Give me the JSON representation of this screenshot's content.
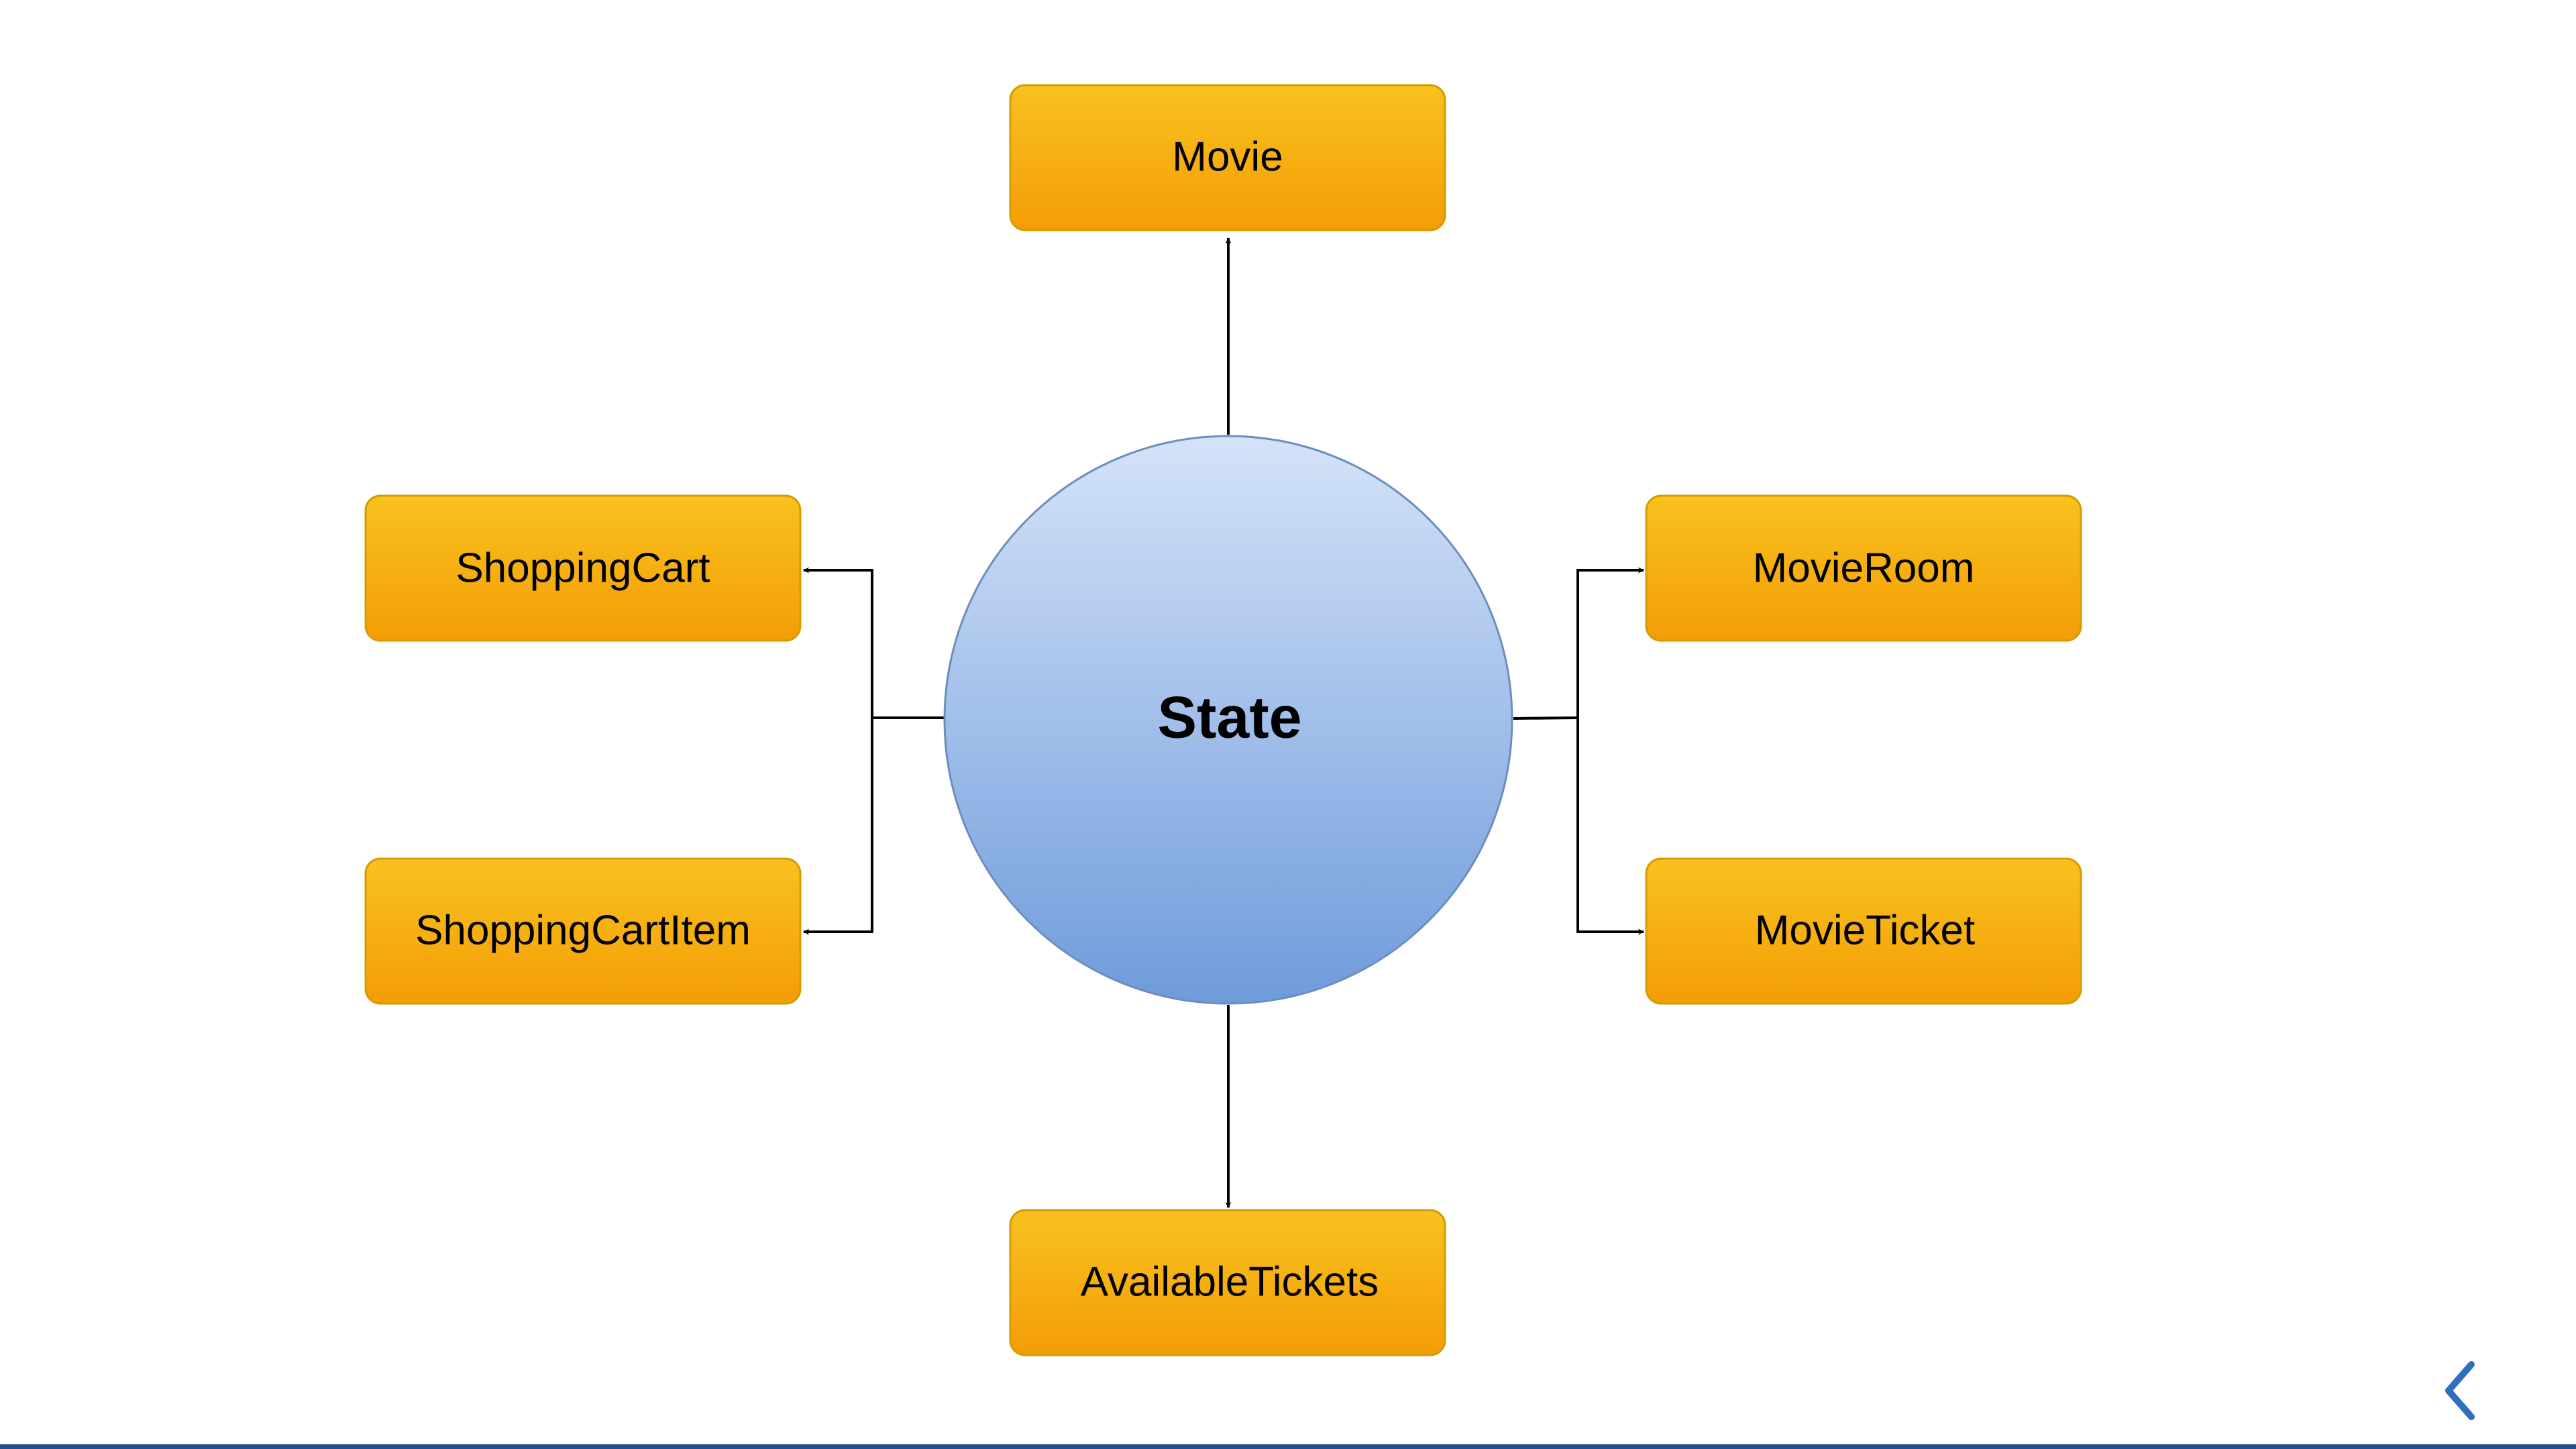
{
  "diagram": {
    "center": {
      "label": "State"
    },
    "nodes": {
      "movie": "Movie",
      "shopping_cart": "ShoppingCart",
      "movie_room": "MovieRoom",
      "shopping_cart_item": "ShoppingCartItem",
      "movie_ticket": "MovieTicket",
      "available_tickets": "AvailableTickets"
    }
  },
  "colors": {
    "node_fill_top": "#F8C21E",
    "node_fill_bottom": "#F49D06",
    "node_stroke": "#D79B00",
    "circle_fill_top": "#D4E3F8",
    "circle_fill_bottom": "#6F9BDB",
    "circle_stroke": "#6C8EBF",
    "edge": "#000000",
    "nav_accent": "#2F6FBF",
    "bottom_bar": "#1F4E8C"
  },
  "icons": {
    "nav_back": "chevron-left-icon"
  }
}
